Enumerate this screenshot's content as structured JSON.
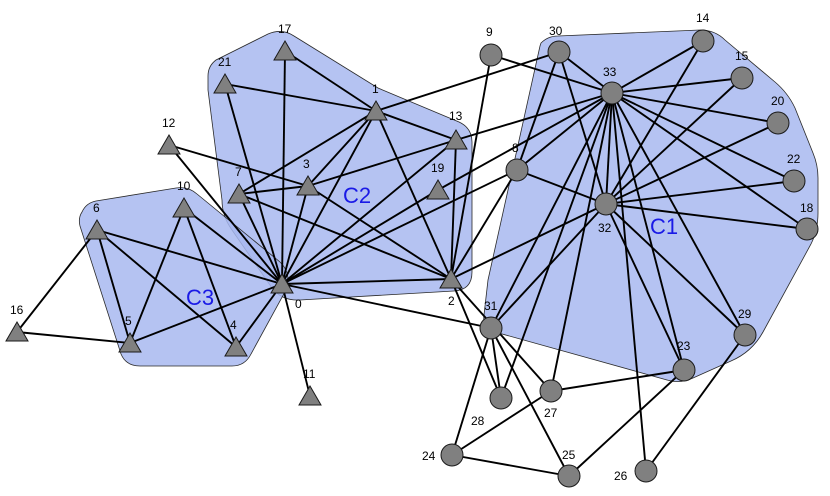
{
  "colors": {
    "background": "#ffffff",
    "cluster_fill": "#a8b8f0",
    "cluster_stroke": "#2a2a2a",
    "cluster_label": "#1a1ae6",
    "node_fill": "#808080",
    "node_stroke": "#1a1a1a",
    "edge": "#000000"
  },
  "clusters": [
    {
      "id": "C1",
      "label": "C1"
    },
    {
      "id": "C2",
      "label": "C2"
    },
    {
      "id": "C3",
      "label": "C3"
    }
  ],
  "nodes": [
    {
      "id": 0,
      "label": "0",
      "shape": "triangle"
    },
    {
      "id": 1,
      "label": "1",
      "shape": "triangle"
    },
    {
      "id": 2,
      "label": "2",
      "shape": "triangle"
    },
    {
      "id": 3,
      "label": "3",
      "shape": "triangle"
    },
    {
      "id": 4,
      "label": "4",
      "shape": "triangle"
    },
    {
      "id": 5,
      "label": "5",
      "shape": "triangle"
    },
    {
      "id": 6,
      "label": "6",
      "shape": "triangle"
    },
    {
      "id": 7,
      "label": "7",
      "shape": "triangle"
    },
    {
      "id": 8,
      "label": "8",
      "shape": "circle"
    },
    {
      "id": 9,
      "label": "9",
      "shape": "circle"
    },
    {
      "id": 10,
      "label": "10",
      "shape": "triangle"
    },
    {
      "id": 11,
      "label": "11",
      "shape": "triangle"
    },
    {
      "id": 12,
      "label": "12",
      "shape": "triangle"
    },
    {
      "id": 13,
      "label": "13",
      "shape": "triangle"
    },
    {
      "id": 14,
      "label": "14",
      "shape": "circle"
    },
    {
      "id": 15,
      "label": "15",
      "shape": "circle"
    },
    {
      "id": 16,
      "label": "16",
      "shape": "triangle"
    },
    {
      "id": 17,
      "label": "17",
      "shape": "triangle"
    },
    {
      "id": 18,
      "label": "18",
      "shape": "circle"
    },
    {
      "id": 19,
      "label": "19",
      "shape": "triangle"
    },
    {
      "id": 20,
      "label": "20",
      "shape": "circle"
    },
    {
      "id": 21,
      "label": "21",
      "shape": "triangle"
    },
    {
      "id": 22,
      "label": "22",
      "shape": "circle"
    },
    {
      "id": 23,
      "label": "23",
      "shape": "circle"
    },
    {
      "id": 24,
      "label": "24",
      "shape": "circle"
    },
    {
      "id": 25,
      "label": "25",
      "shape": "circle"
    },
    {
      "id": 26,
      "label": "26",
      "shape": "circle"
    },
    {
      "id": 27,
      "label": "27",
      "shape": "circle"
    },
    {
      "id": 28,
      "label": "28",
      "shape": "circle"
    },
    {
      "id": 29,
      "label": "29",
      "shape": "circle"
    },
    {
      "id": 30,
      "label": "30",
      "shape": "circle"
    },
    {
      "id": 31,
      "label": "31",
      "shape": "circle"
    },
    {
      "id": 32,
      "label": "32",
      "shape": "circle"
    },
    {
      "id": 33,
      "label": "33",
      "shape": "circle"
    }
  ],
  "edges": [
    [
      0,
      1
    ],
    [
      0,
      2
    ],
    [
      0,
      3
    ],
    [
      0,
      4
    ],
    [
      0,
      5
    ],
    [
      0,
      6
    ],
    [
      0,
      7
    ],
    [
      0,
      8
    ],
    [
      0,
      10
    ],
    [
      0,
      11
    ],
    [
      0,
      12
    ],
    [
      0,
      13
    ],
    [
      0,
      17
    ],
    [
      0,
      19
    ],
    [
      0,
      21
    ],
    [
      0,
      31
    ],
    [
      1,
      2
    ],
    [
      1,
      3
    ],
    [
      1,
      7
    ],
    [
      1,
      13
    ],
    [
      1,
      17
    ],
    [
      1,
      21
    ],
    [
      1,
      30
    ],
    [
      2,
      3
    ],
    [
      2,
      7
    ],
    [
      2,
      8
    ],
    [
      2,
      9
    ],
    [
      2,
      13
    ],
    [
      2,
      27
    ],
    [
      2,
      28
    ],
    [
      2,
      32
    ],
    [
      3,
      7
    ],
    [
      3,
      12
    ],
    [
      3,
      13
    ],
    [
      4,
      6
    ],
    [
      4,
      10
    ],
    [
      5,
      6
    ],
    [
      5,
      10
    ],
    [
      5,
      16
    ],
    [
      6,
      16
    ],
    [
      8,
      30
    ],
    [
      8,
      32
    ],
    [
      8,
      33
    ],
    [
      9,
      33
    ],
    [
      13,
      33
    ],
    [
      14,
      32
    ],
    [
      14,
      33
    ],
    [
      15,
      32
    ],
    [
      15,
      33
    ],
    [
      18,
      32
    ],
    [
      18,
      33
    ],
    [
      19,
      33
    ],
    [
      20,
      32
    ],
    [
      20,
      33
    ],
    [
      22,
      32
    ],
    [
      22,
      33
    ],
    [
      23,
      25
    ],
    [
      23,
      27
    ],
    [
      23,
      32
    ],
    [
      23,
      33
    ],
    [
      24,
      25
    ],
    [
      24,
      27
    ],
    [
      24,
      31
    ],
    [
      25,
      31
    ],
    [
      26,
      29
    ],
    [
      26,
      33
    ],
    [
      27,
      33
    ],
    [
      28,
      31
    ],
    [
      28,
      33
    ],
    [
      29,
      32
    ],
    [
      29,
      33
    ],
    [
      30,
      32
    ],
    [
      30,
      33
    ],
    [
      31,
      32
    ],
    [
      31,
      33
    ],
    [
      32,
      33
    ]
  ]
}
